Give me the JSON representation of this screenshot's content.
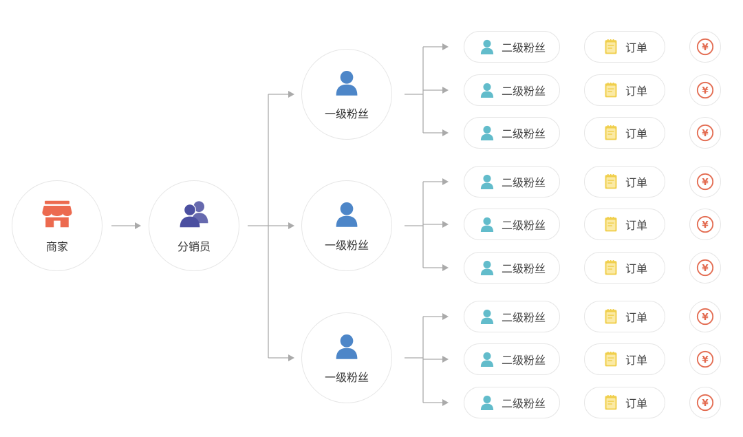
{
  "nodes": {
    "merchant": {
      "label": "商家",
      "icon": "shop-icon",
      "color": "#ec6a4f"
    },
    "distributor": {
      "label": "分销员",
      "icon": "group-icon",
      "color": "#4b4fa0"
    },
    "first_level": [
      {
        "label": "一级粉丝",
        "icon": "user-icon",
        "color": "#4d86c8"
      },
      {
        "label": "一级粉丝",
        "icon": "user-icon",
        "color": "#4d86c8"
      },
      {
        "label": "一级粉丝",
        "icon": "user-icon",
        "color": "#4d86c8"
      }
    ],
    "second_level": [
      {
        "label": "二级粉丝"
      },
      {
        "label": "二级粉丝"
      },
      {
        "label": "二级粉丝"
      },
      {
        "label": "二级粉丝"
      },
      {
        "label": "二级粉丝"
      },
      {
        "label": "二级粉丝"
      },
      {
        "label": "二级粉丝"
      },
      {
        "label": "二级粉丝"
      },
      {
        "label": "二级粉丝"
      }
    ],
    "second_level_icon": {
      "icon": "user-icon",
      "color": "#62bccb"
    },
    "orders": [
      {
        "label": "订单"
      },
      {
        "label": "订单"
      },
      {
        "label": "订单"
      },
      {
        "label": "订单"
      },
      {
        "label": "订单"
      },
      {
        "label": "订单"
      },
      {
        "label": "订单"
      },
      {
        "label": "订单"
      },
      {
        "label": "订单"
      }
    ],
    "order_icon": {
      "icon": "notepad-icon",
      "color": "#f0cf4c"
    },
    "money_icon": {
      "icon": "yuan-coin-icon",
      "color": "#e36b50",
      "symbol": "¥"
    }
  },
  "style": {
    "line_color": "#aaaaaa"
  }
}
